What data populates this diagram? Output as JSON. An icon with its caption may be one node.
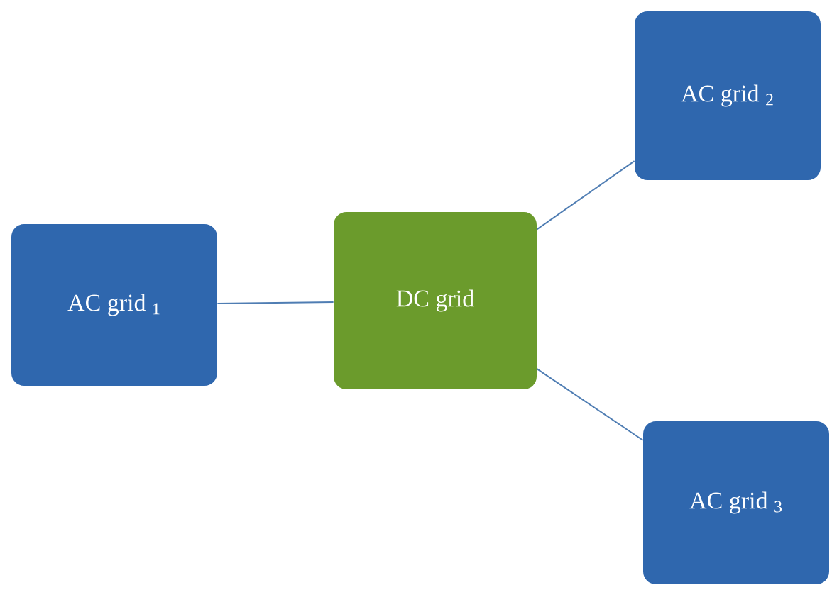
{
  "diagram": {
    "nodes": [
      {
        "text": [
          "AC grid $_{1}$"
        ]
      },
      {
        "text": [
          "DC grid"
        ]
      },
      {
        "text": [
          "AC grid $_{2}$"
        ]
      },
      {
        "text": [
          "AC grid $_{3}$"
        ]
      }
    ],
    "edges": [
      {
        "from": 0,
        "to": 1,
        "arrow": "none"
      },
      {
        "from": 1,
        "to": 2,
        "arrow": "none"
      },
      {
        "from": 1,
        "to": 3,
        "arrow": "none"
      }
    ]
  }
}
